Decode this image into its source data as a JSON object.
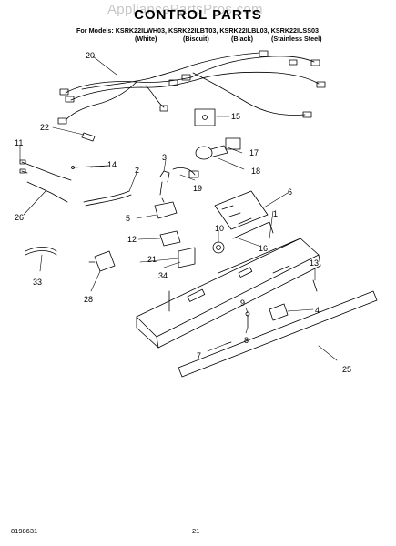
{
  "watermark": "AppliancePartsPros.com",
  "header": {
    "title": "CONTROL PARTS",
    "models_line": "For Models: KSRK22ILWH03, KSRK22ILBT03, KSRK22ILBL03, KSRK22ILSS03",
    "variants": [
      "(White)",
      "(Biscuit)",
      "(Black)",
      "(Stainless Steel)"
    ]
  },
  "callouts": [
    "20",
    "15",
    "22",
    "11",
    "14",
    "2",
    "3",
    "17",
    "19",
    "18",
    "6",
    "26",
    "1",
    "5",
    "10",
    "12",
    "16",
    "13",
    "21",
    "33",
    "34",
    "28",
    "4",
    "9",
    "8",
    "7",
    "25"
  ],
  "footer": {
    "part_number": "8198631",
    "page_number": "21"
  },
  "colors": {
    "ink": "#000000",
    "watermark": "#c7c7c7",
    "paper": "#ffffff"
  }
}
